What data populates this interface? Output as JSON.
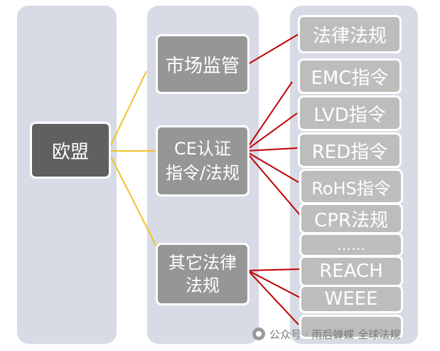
{
  "root": {
    "label": "欧盟"
  },
  "branches": {
    "market": "市场监管",
    "ce_line1": "CE认证",
    "ce_line2": "指令/法规",
    "other_line1": "其它法律",
    "other_line2": "法规"
  },
  "leaves": [
    "法律法规",
    "EMC指令",
    "LVD指令",
    "RED指令",
    "RoHS指令",
    "CPR法规",
    "……",
    "REACH",
    "WEEE",
    ""
  ],
  "watermark": {
    "text": "公众号 · 雨后蝉蝶 全球法规",
    "icon": "wechat-icon"
  },
  "colors": {
    "yellow_link": "#f2c12e",
    "red_link": "#c00000",
    "panel": "#d7dbe5"
  }
}
